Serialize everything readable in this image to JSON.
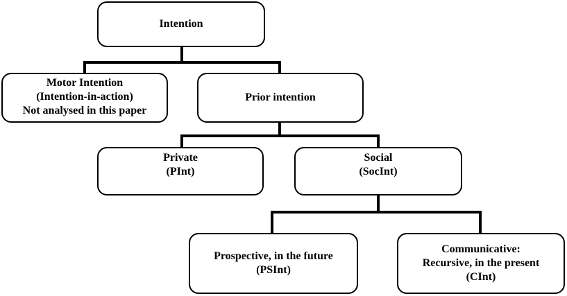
{
  "nodes": {
    "intention": {
      "lines": [
        "Intention"
      ]
    },
    "motor": {
      "lines": [
        "Motor Intention",
        "(Intention-in-action)",
        "Not analysed in this paper"
      ]
    },
    "prior": {
      "lines": [
        "Prior intention"
      ]
    },
    "private": {
      "lines": [
        "Private",
        "(PInt)"
      ]
    },
    "social": {
      "lines": [
        "Social",
        "(SocInt)"
      ]
    },
    "prospective": {
      "lines": [
        "Prospective, in the future",
        "(PSInt)"
      ]
    },
    "communicative": {
      "lines": [
        "Communicative:",
        "Recursive, in the present",
        "(CInt)"
      ]
    }
  },
  "colors": {
    "line": "#000000",
    "box_fill": "#ffffff",
    "text": "#000000"
  }
}
